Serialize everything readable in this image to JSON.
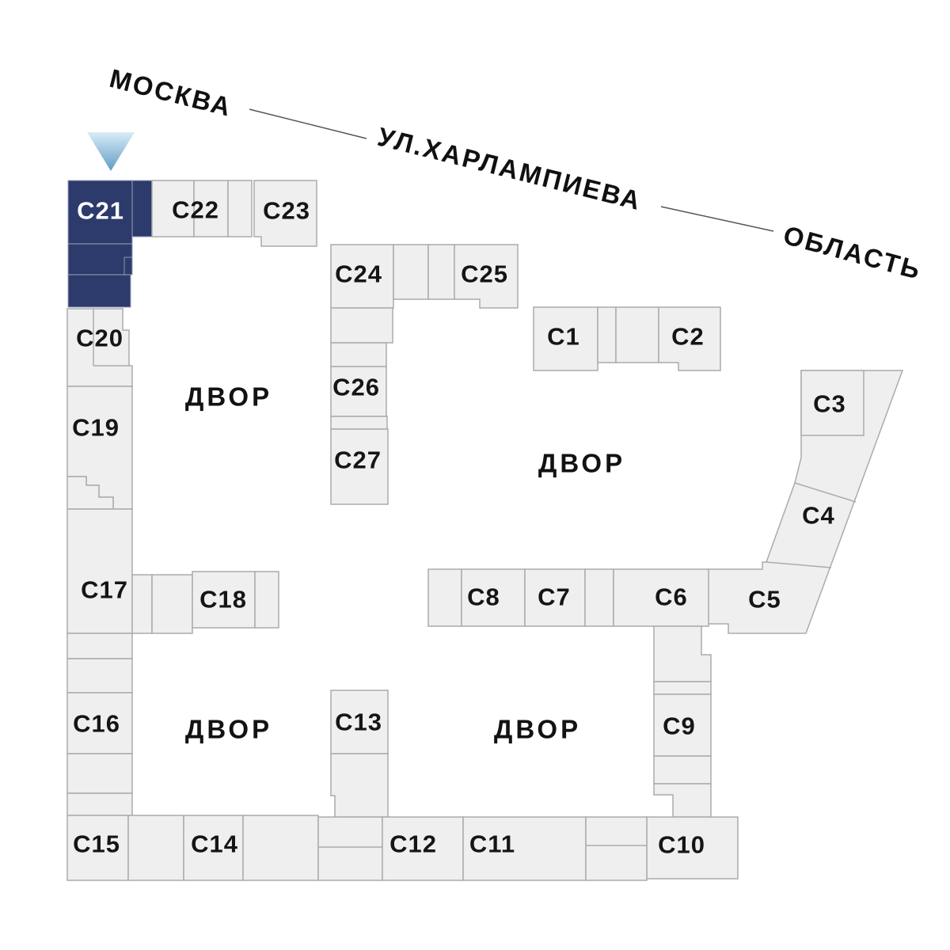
{
  "map": {
    "streets": {
      "moscow": "МОСКВА",
      "street": "УЛ.ХАРЛАМПИЕВА",
      "oblast": "ОБЛАСТЬ"
    },
    "courtyard": "ДВОР",
    "selected_building": "С21",
    "colors": {
      "highlight": "#2c3b6b",
      "building_fill": "#efefef",
      "building_stroke": "#ababab",
      "text": "#151515",
      "arrow_top": "#d9ecf7",
      "arrow_bottom": "#5f9cc4"
    },
    "buildings": {
      "c1": "С1",
      "c2": "С2",
      "c3": "С3",
      "c4": "С4",
      "c5": "С5",
      "c6": "С6",
      "c7": "С7",
      "c8": "С8",
      "c9": "С9",
      "c10": "С10",
      "c11": "С11",
      "c12": "С12",
      "c13": "С13",
      "c14": "С14",
      "c15": "С15",
      "c16": "С16",
      "c17": "С17",
      "c18": "С18",
      "c19": "С19",
      "c20": "С20",
      "c21": "С21",
      "c22": "С22",
      "c23": "С23",
      "c24": "С24",
      "c25": "С25",
      "c26": "С26",
      "c27": "С27"
    }
  }
}
